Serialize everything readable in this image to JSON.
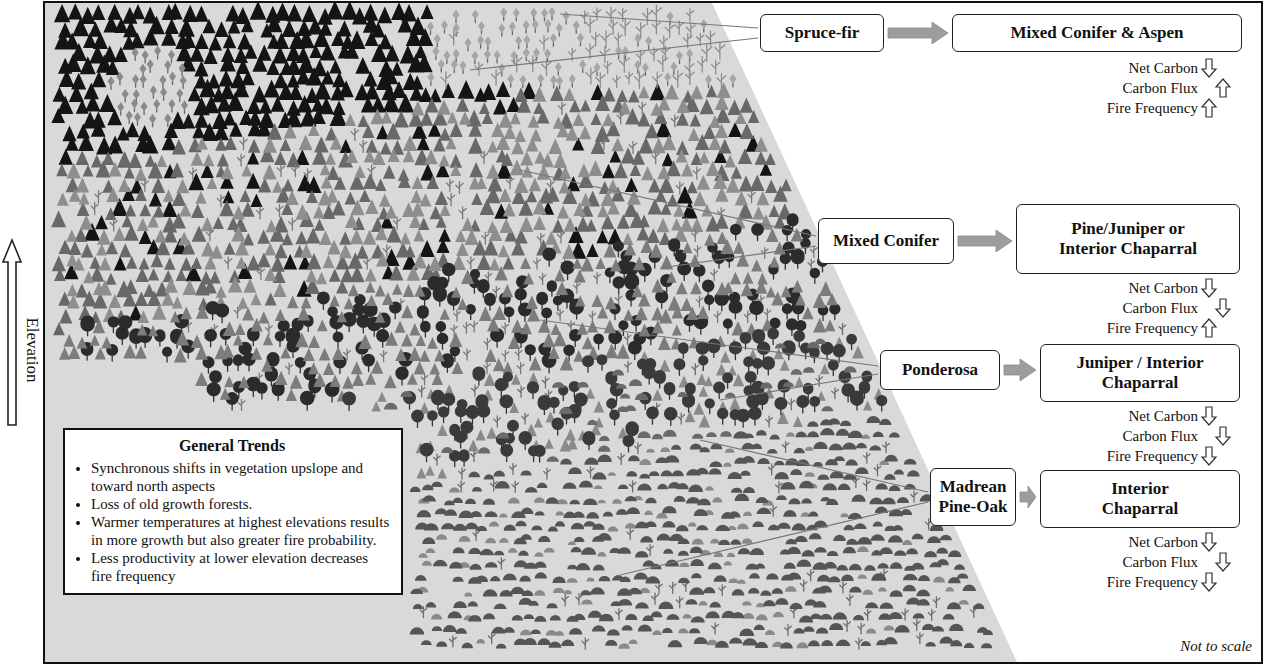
{
  "diagram": {
    "nodes": [
      {
        "text": [
          "Spruce-fir"
        ]
      },
      {
        "text": [
          "Mixed Conifer & Aspen"
        ]
      },
      {
        "text": [
          "Mixed Conifer"
        ]
      },
      {
        "text": [
          "Pine/Juniper or Interior Chaparral"
        ]
      },
      {
        "text": [
          "Ponderosa"
        ]
      },
      {
        "text": [
          "Juniper / Interior Chaparral"
        ]
      },
      {
        "text": [
          "Madrean Pine-Oak"
        ]
      },
      {
        "text": [
          "Interior Chaparral"
        ]
      },
      {
        "text": [
          "General Trends",
          "Synchronous shifts in vegetation upslope and toward north aspects",
          "Loss of old growth forests.",
          "Warmer temperatures at highest elevations results in more growth but also greater fire probability.",
          "Less productivity at lower elevation decreases fire frequency"
        ]
      }
    ],
    "edges": [
      {
        "from": 0,
        "to": 1,
        "arrow": "to"
      },
      {
        "from": 2,
        "to": 3,
        "arrow": "to"
      },
      {
        "from": 4,
        "to": 5,
        "arrow": "to"
      },
      {
        "from": 6,
        "to": 7,
        "arrow": "to"
      }
    ],
    "labels": [
      "Net Carbon",
      "Carbon Flux",
      "Fire Frequency",
      "Net Carbon",
      "Carbon Flux",
      "Fire Frequency",
      "Net Carbon",
      "Carbon Flux",
      "Fire Frequency",
      "Net Carbon",
      "Carbon Flux",
      "Fire Frequency",
      "Elevation",
      "Not to scale"
    ]
  }
}
